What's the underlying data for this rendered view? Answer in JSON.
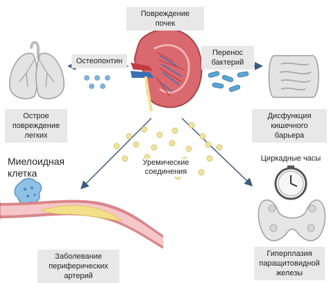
{
  "labels": {
    "kidney_injury": "Повреждение почек",
    "osteopontin": "Остеопонтин",
    "bacteria_transfer": [
      "Перенос",
      "бактерий"
    ],
    "acute_lung_injury": [
      "Острое",
      "повреждение",
      "легких"
    ],
    "gut_barrier_dysfunction": [
      "Дисфункция",
      "кишечного барьера"
    ],
    "uremic_compounds": [
      "Уремические",
      "соединения"
    ],
    "myeloid_cell": [
      "Миелоидная",
      "клетка"
    ],
    "circadian_clock": "Циркадные часы",
    "peripheral_artery_disease": [
      "Заболевание",
      "периферических артерий"
    ],
    "parathyroid_hyperplasia": [
      "Гиперплазия",
      "паращитовидной",
      "железы"
    ]
  },
  "colors": {
    "label_box": "#e8e8e8",
    "arrow": "#3d5a80",
    "kidney": "#d9696e",
    "vessel_blue": "#3a6fb5",
    "dots_blue": "#7fb3d9",
    "dots_yellow": "#f0e4a0",
    "bacteria": "#5ba6d6",
    "artery_wall": "#d9868a",
    "plaque": "#f3e08a",
    "organ_gray": "#e3e3e3"
  },
  "icons": [
    "kidney-icon",
    "lungs-icon",
    "intestine-icon",
    "clock-icon",
    "thyroid-icon",
    "artery-icon",
    "myeloid-cell-icon"
  ]
}
